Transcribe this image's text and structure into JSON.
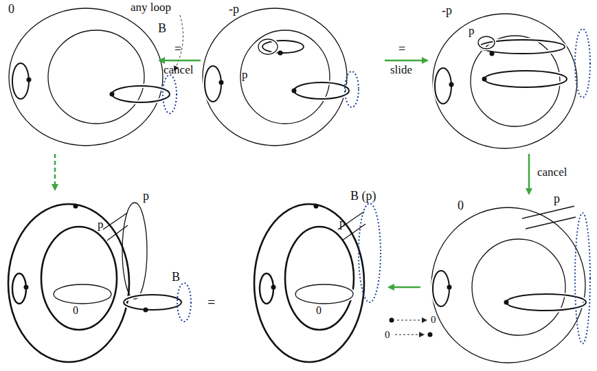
{
  "diagram": {
    "labels": [
      "0",
      "any loop",
      "B",
      "=",
      "cancel",
      "-p",
      "p",
      "=",
      "slide",
      "-p",
      "p",
      "cancel",
      "p",
      "p",
      "B",
      "0",
      "=",
      "B (p)",
      "p",
      "0",
      "0",
      "0",
      "0",
      "p"
    ]
  }
}
